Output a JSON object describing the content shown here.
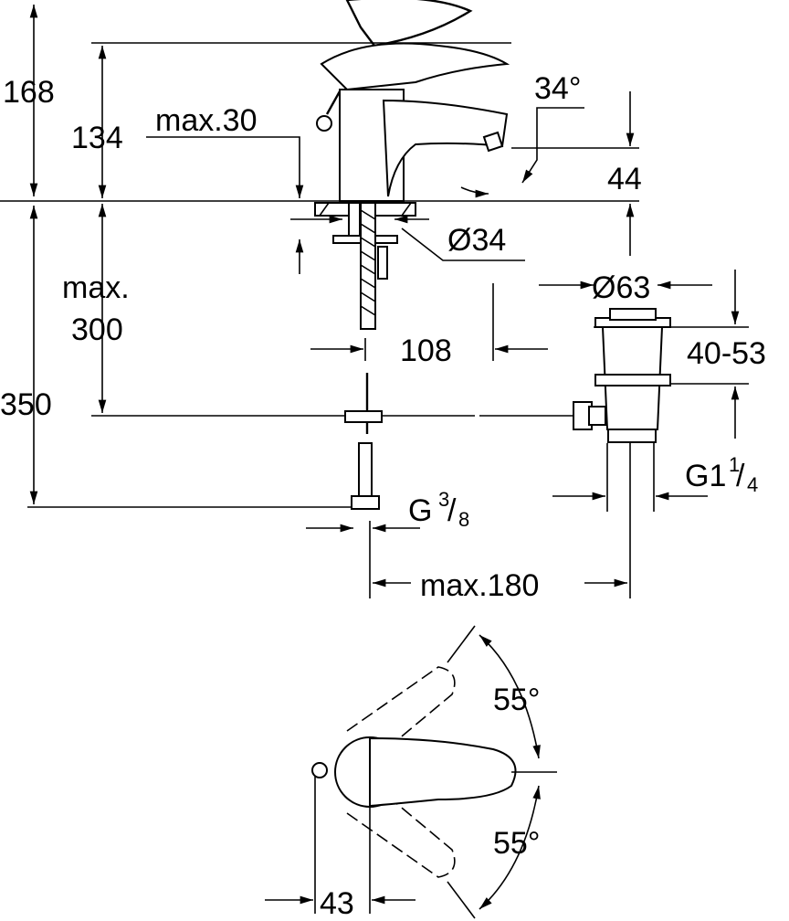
{
  "dimensions": {
    "total_height": "168",
    "spout_height": "134",
    "max_deck": "max.30",
    "spout_angle": "34°",
    "aerator_height": "44",
    "hole_diameter": "Ø34",
    "max_300_a": "max.",
    "max_300_b": "300",
    "drain_diameter": "Ø63",
    "spout_reach": "108",
    "drain_range": "40-53",
    "below_deck": "350",
    "drain_thread_main": "G1",
    "drain_thread_num": "1",
    "drain_thread_den": "4",
    "supply_thread_main": "G",
    "supply_thread_num": "3",
    "supply_thread_den": "8",
    "max_180": "max.180",
    "lever_angle_top": "55°",
    "lever_angle_bottom": "55°",
    "pop_up_offset": "43"
  }
}
